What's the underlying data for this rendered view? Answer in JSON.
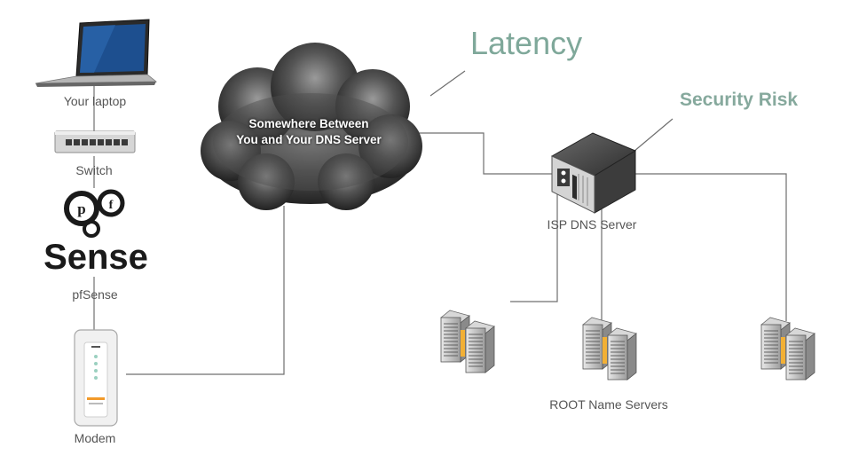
{
  "title": "Latency",
  "security_risk": "Security Risk",
  "cloud": {
    "line1": "Somewhere Between",
    "line2": "You and Your DNS Server"
  },
  "nodes": {
    "laptop": "Your laptop",
    "switch": "Switch",
    "pfsense": "pfSense",
    "modem": "Modem",
    "isp_dns": "ISP DNS Server",
    "root_servers": "ROOT Name Servers"
  },
  "logo": {
    "brand": "Sense",
    "letters": [
      "p",
      "f"
    ]
  },
  "icons": [
    "laptop-icon",
    "switch-icon",
    "pfsense-logo-icon",
    "modem-icon",
    "cloud-icon",
    "server-icon",
    "server-rack-icon"
  ]
}
